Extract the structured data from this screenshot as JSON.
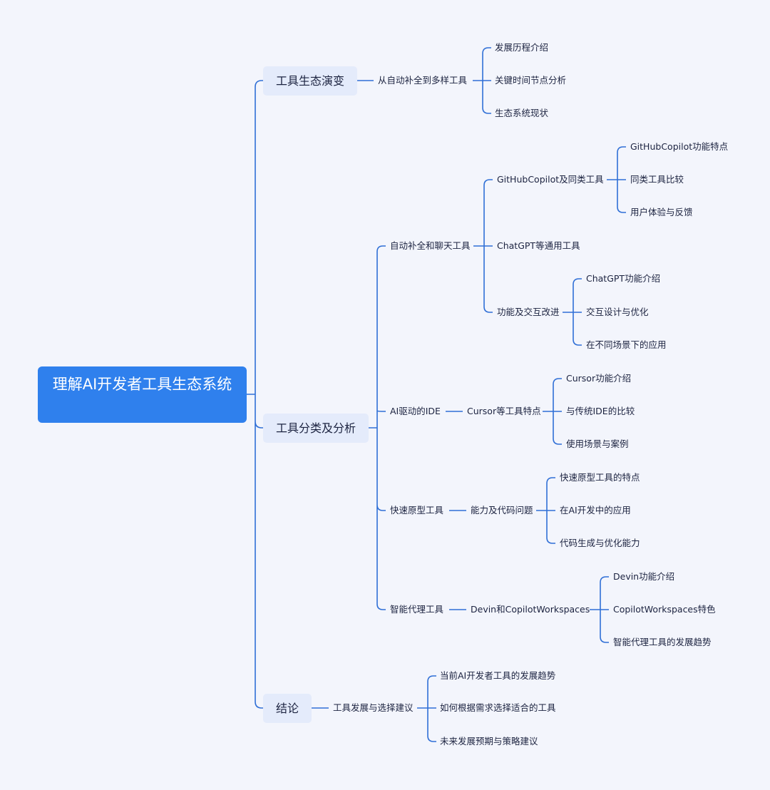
{
  "root": "理解AI开发者工具生态系统",
  "branches": {
    "ecosystem": {
      "label": "工具生态演变",
      "sub": "从自动补全到多样工具",
      "items": [
        "发展历程介绍",
        "关键时间节点分析",
        "生态系统现状"
      ]
    },
    "analysis": {
      "label": "工具分类及分析",
      "autocomplete": {
        "label": "自动补全和聊天工具",
        "copilot": {
          "label": "GitHubCopilot及同类工具",
          "items": [
            "GitHubCopilot功能特点",
            "同类工具比较",
            "用户体验与反馈"
          ]
        },
        "chatgpt": {
          "label": "ChatGPT等通用工具"
        },
        "interaction": {
          "label": "功能及交互改进",
          "items": [
            "ChatGPT功能介绍",
            "交互设计与优化",
            "在不同场景下的应用"
          ]
        }
      },
      "ide": {
        "label": "AI驱动的IDE",
        "sub": "Cursor等工具特点",
        "items": [
          "Cursor功能介绍",
          "与传统IDE的比较",
          "使用场景与案例"
        ]
      },
      "prototype": {
        "label": "快速原型工具",
        "sub": "能力及代码问题",
        "items": [
          "快速原型工具的特点",
          "在AI开发中的应用",
          "代码生成与优化能力"
        ]
      },
      "agent": {
        "label": "智能代理工具",
        "sub": "Devin和CopilotWorkspaces",
        "items": [
          "Devin功能介绍",
          "CopilotWorkspaces特色",
          "智能代理工具的发展趋势"
        ]
      }
    },
    "conclusion": {
      "label": "结论",
      "sub": "工具发展与选择建议",
      "items": [
        "当前AI开发者工具的发展趋势",
        "如何根据需求选择适合的工具",
        "未来发展预期与策略建议"
      ]
    }
  },
  "colors": {
    "line": "#2f6fd6",
    "root_fill": "#2f80ed",
    "branch_fill": "#e4ebfb",
    "background": "#f3f5fc"
  }
}
